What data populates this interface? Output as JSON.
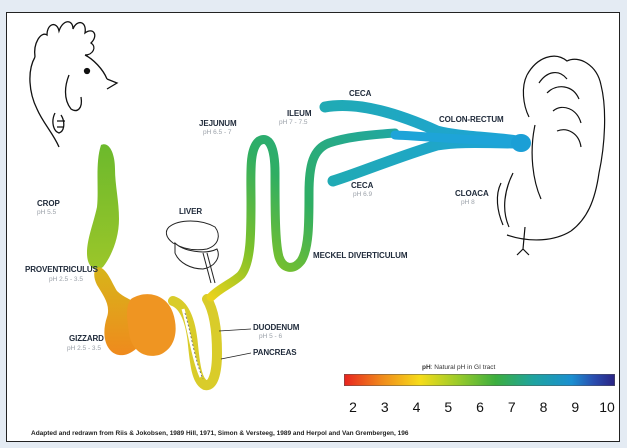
{
  "labels": {
    "crop": "CROP",
    "crop_ph": "pH 5.5",
    "proventriculus": "PROVENTRICULUS",
    "proventriculus_ph": "pH 2.5 - 3.5",
    "gizzard": "GIZZARD",
    "gizzard_ph": "pH 2.5 - 3.5",
    "liver": "LIVER",
    "jejunum": "JEJUNUM",
    "jejunum_ph": "pH 6.5 - 7",
    "ileum": "ILEUM",
    "ileum_ph": "pH 7 - 7.5",
    "ceca_top": "CECA",
    "ceca_bottom": "CECA",
    "ceca_bottom_ph": "pH 6.9",
    "colon_rectum": "COLON-RECTUM",
    "cloaca": "CLOACA",
    "cloaca_ph": "pH 8",
    "meckel": "MECKEL DIVERTICULUM",
    "duodenum": "DUODENUM",
    "duodenum_ph": "pH 5 - 6",
    "pancreas": "PANCREAS"
  },
  "legend": {
    "caption_bold": "pH",
    "caption_rest": ": Natural pH in GI tract",
    "ticks": [
      "2",
      "3",
      "4",
      "5",
      "6",
      "7",
      "8",
      "9",
      "10"
    ],
    "colors": [
      "#e8231e",
      "#f08a1c",
      "#f6dc19",
      "#9acb2a",
      "#3cae3f",
      "#1ea3a0",
      "#1b8fd0",
      "#2a4fb0",
      "#2b2384"
    ]
  },
  "credit": "Adapted and redrawn from Riis & Jokobsen, 1989 Hill, 1971, Simon & Versteeg, 1989 and Herpol and Van Grembergen, 196"
}
